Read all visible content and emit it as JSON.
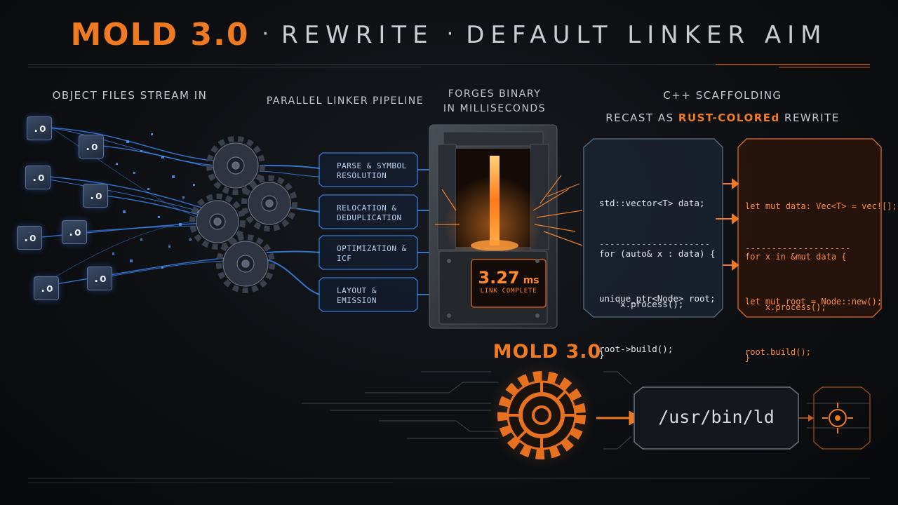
{
  "title": {
    "main": "MOLD 3.0",
    "separator": "·",
    "rewrite": "REWRITE",
    "aim": "DEFAULT LINKER AIM"
  },
  "sections": {
    "object_files": "OBJECT FILES STREAM IN",
    "pipeline": "PARALLEL LINKER PIPELINE",
    "forge_line1": "FORGES BINARY",
    "forge_line2": "IN MILLISECONDS",
    "scaffold_line1": "C++ SCAFFOLDING",
    "scaffold_pre": "RECAST AS",
    "scaffold_highlight": "RUST-COLOREd",
    "scaffold_post": "REWRITE"
  },
  "object_file_label": ".o",
  "pipeline_stages": [
    {
      "line1": "PARSE & SYMBOL",
      "line2": "RESOLUTION"
    },
    {
      "line1": "RELOCATION &",
      "line2": "DEDUPLICATION"
    },
    {
      "line1": "OPTIMIZATION &",
      "line2": "ICF"
    },
    {
      "line1": "LAYOUT &",
      "line2": "EMISSION"
    }
  ],
  "forge_readout": {
    "value": "3.27",
    "unit": "ms",
    "status": "LINK COMPLETE"
  },
  "cpp_code": {
    "block1": [
      "std::vector<T> data;",
      "for (auto& x : data) {",
      "    x.process();",
      "}"
    ],
    "divider": "---------------------",
    "block2": [
      "unique_ptr<Node> root;",
      "root->build();"
    ]
  },
  "rust_code": {
    "block1": [
      "let mut data: Vec<T> = vec![];",
      "for x in &mut data {",
      "    x.process();",
      "}"
    ],
    "divider": "--------------------",
    "block2": [
      "let mut root = Node::new();",
      "root.build();"
    ]
  },
  "bottom": {
    "label": "MOLD 3.0",
    "target_path": "/usr/bin/ld"
  },
  "colors": {
    "accent_orange": "#f07a22",
    "code_blue": "#4da3ff",
    "background": "#0c0d0f"
  },
  "icons": [
    "gear-icon",
    "crosshair-icon",
    "arrow-right-icon"
  ]
}
